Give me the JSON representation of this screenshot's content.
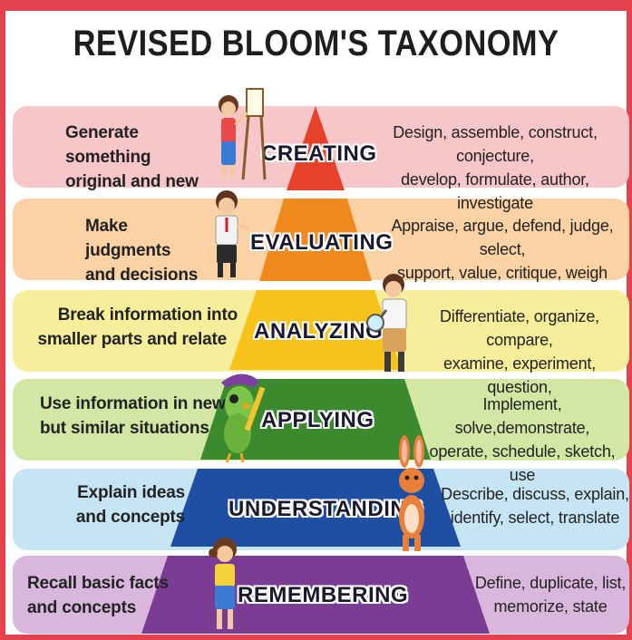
{
  "title": "REVISED BLOOM'S TAXONOMY",
  "levels": [
    {
      "name": "CREATING",
      "description": "Generate something original and new",
      "desc_lines": [
        "Generate something",
        "original and new"
      ],
      "verbs_lines": [
        "Design, assemble, construct, conjecture,",
        "develop, formulate, author, investigate"
      ],
      "band_color": "#f7c6c8",
      "pyramid_color": "#e8412b"
    },
    {
      "name": "EVALUATING",
      "description": "Make judgments and decisions",
      "desc_lines": [
        "Make judgments",
        "and decisions"
      ],
      "verbs_lines": [
        "Appraise, argue, defend, judge, select,",
        "support, value, critique, weigh"
      ],
      "band_color": "#fbd2a4",
      "pyramid_color": "#f08a1c"
    },
    {
      "name": "ANALYZING",
      "description": "Break information into smaller parts and relate",
      "desc_lines": [
        "Break information into",
        "smaller parts and relate"
      ],
      "verbs_lines": [
        "Differentiate, organize, compare,",
        "examine, experiment, question,"
      ],
      "band_color": "#f6ee9a",
      "pyramid_color": "#f7c31a"
    },
    {
      "name": "APPLYING",
      "description": "Use information in new but similar situations",
      "desc_lines": [
        "Use information in new",
        "but similar situations"
      ],
      "verbs_lines": [
        "Implement, solve,demonstrate,",
        "operate, schedule, sketch, use"
      ],
      "band_color": "#d3e7a4",
      "pyramid_color": "#3c8a2e"
    },
    {
      "name": "UNDERSTANDING",
      "description": "Explain ideas and concepts",
      "desc_lines": [
        "Explain ideas",
        "and concepts"
      ],
      "verbs_lines": [
        "Describe, discuss, explain,",
        "identify, select, translate"
      ],
      "band_color": "#c5e5f4",
      "pyramid_color": "#1f4fa3"
    },
    {
      "name": "REMEMBERING",
      "description": "Recall basic facts and concepts",
      "desc_lines": [
        "Recall basic facts",
        "and concepts"
      ],
      "verbs_lines": [
        "Define, duplicate, list,",
        "memorize, state"
      ],
      "band_color": "#d9b7dd",
      "pyramid_color": "#7b3c93"
    }
  ],
  "colors": {
    "frame": "#e4424d",
    "title_text": "#1e1e1e",
    "level_text": "#1a1a2e"
  },
  "illustrations": [
    "girl-painting-icon",
    "boy-judging-icon",
    "boy-magnifier-icon",
    "parrot-pencil-icon",
    "rabbit-icon",
    "girl-standing-icon"
  ]
}
